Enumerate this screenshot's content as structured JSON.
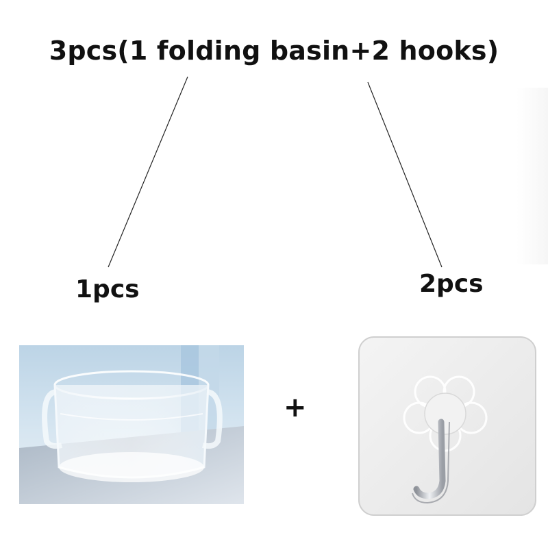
{
  "title": "3pcs(1 folding basin+2 hooks)",
  "left_count": "1pcs",
  "right_count": "2pcs",
  "plus_sign": "+",
  "colors": {
    "text": "#111111",
    "basin_background": "#c9dcea",
    "hook_pad": "#eaeaea",
    "hook_metal": "#b9bcc2"
  },
  "icons": [
    "folding-basin-photo",
    "adhesive-hook-photo"
  ]
}
